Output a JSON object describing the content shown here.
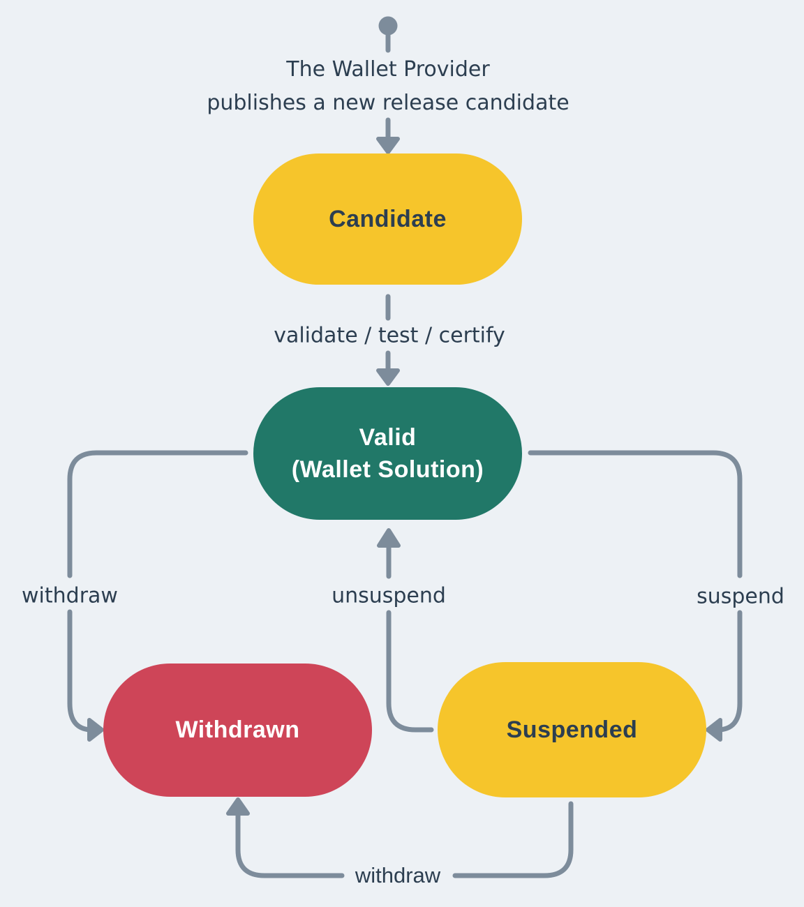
{
  "colors": {
    "bg": "#EDF1F5",
    "line": "#7D8C9B",
    "ink": "#2C3E50",
    "yellow": "#F6C52B",
    "green": "#217868",
    "red": "#CE4558",
    "white": "#FFFFFF"
  },
  "start_event": {
    "line1": "The Wallet Provider",
    "line2": "publishes a new release candidate"
  },
  "nodes": {
    "candidate": {
      "label": "Candidate"
    },
    "valid": {
      "line1": "Valid",
      "line2": "(Wallet Solution)"
    },
    "withdrawn": {
      "label": "Withdrawn"
    },
    "suspended": {
      "label": "Suspended"
    }
  },
  "edges": {
    "validate": {
      "label": "validate / test / certify"
    },
    "withdraw_left": {
      "label": "withdraw"
    },
    "unsuspend": {
      "label": "unsuspend"
    },
    "suspend": {
      "label": "suspend"
    },
    "withdraw_bottom": {
      "label": "withdraw"
    }
  }
}
